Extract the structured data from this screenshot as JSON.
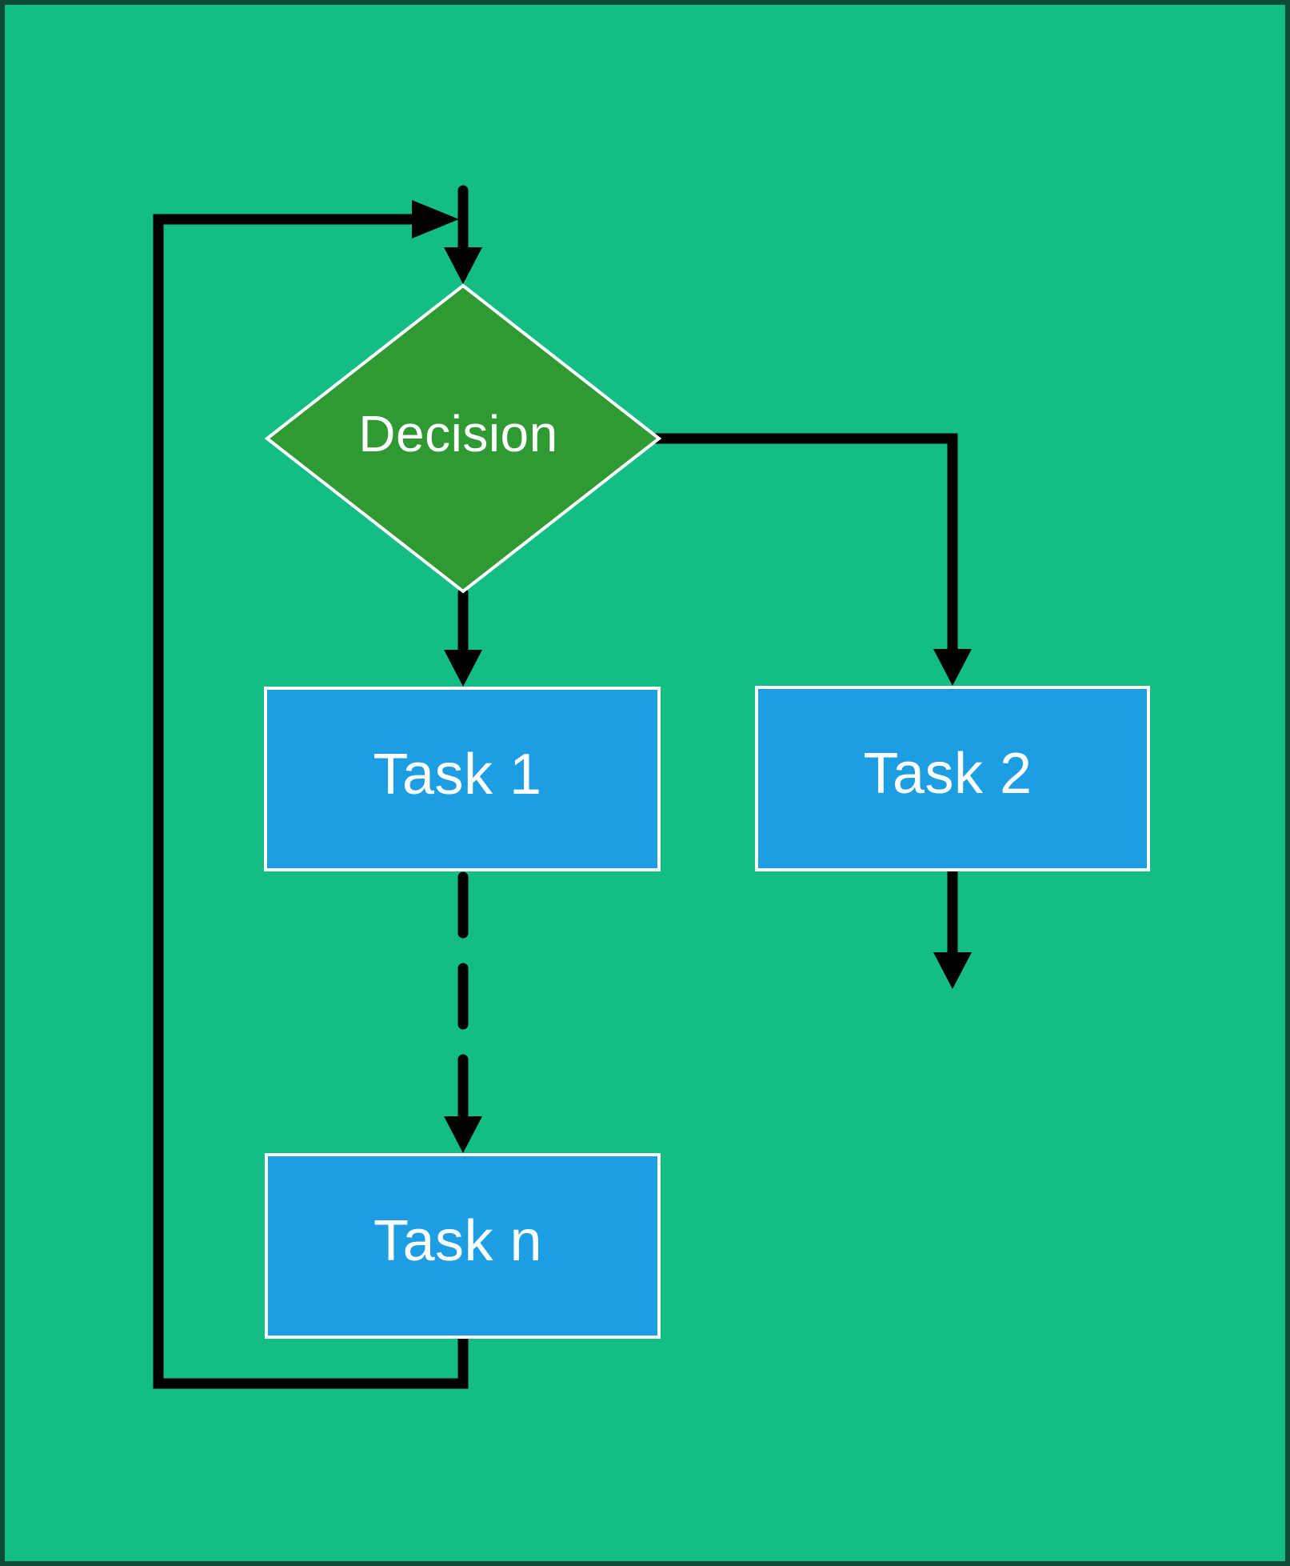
{
  "diagram": {
    "type": "flowchart",
    "background_color": "#15bd86",
    "border_color": "#0c4c35",
    "connector_color": "#000000",
    "shape_outline_color": "#ffffff",
    "text_color": "#ffffff",
    "nodes": {
      "decision": {
        "label": "Decision",
        "shape": "diamond",
        "fill": "#2f9a34"
      },
      "task1": {
        "label": "Task 1",
        "shape": "rectangle",
        "fill": "#1d9ee3"
      },
      "task2": {
        "label": "Task 2",
        "shape": "rectangle",
        "fill": "#1d9ee3"
      },
      "taskn": {
        "label": "Task n",
        "shape": "rectangle",
        "fill": "#1d9ee3"
      }
    },
    "edges": [
      {
        "from": "start",
        "to": "decision",
        "style": "solid-arrow"
      },
      {
        "from": "decision",
        "to": "task1",
        "style": "solid-arrow"
      },
      {
        "from": "decision",
        "to": "task2",
        "style": "solid-arrow"
      },
      {
        "from": "task1",
        "to": "taskn",
        "style": "dashed-arrow"
      },
      {
        "from": "taskn",
        "to": "decision",
        "style": "solid-arrow-loop"
      },
      {
        "from": "task2",
        "to": "end",
        "style": "solid-arrow"
      }
    ]
  }
}
